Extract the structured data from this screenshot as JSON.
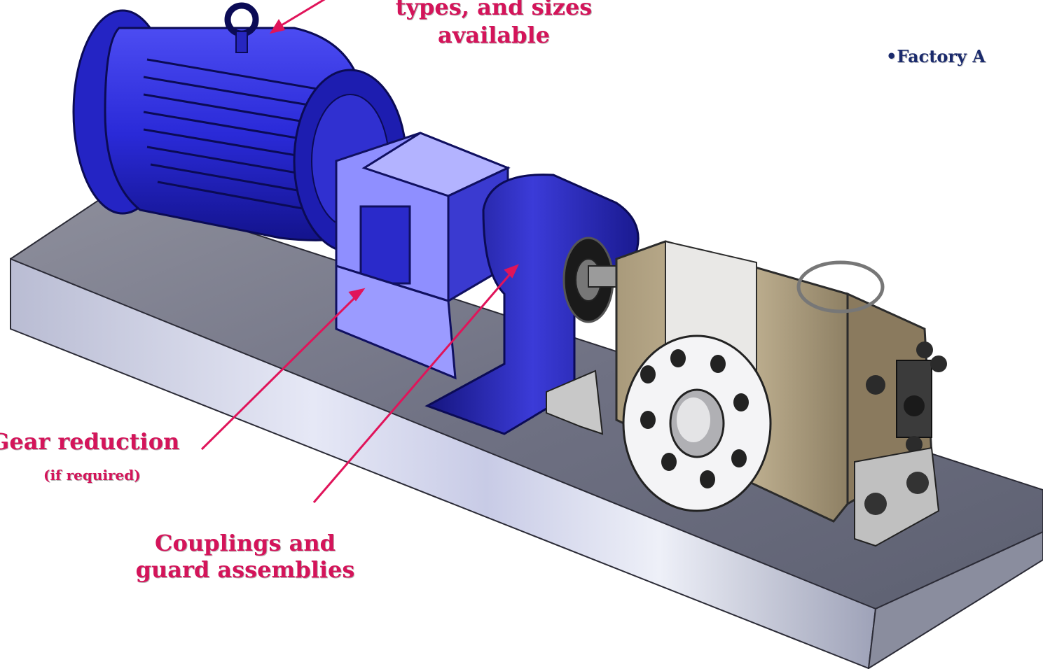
{
  "labels": {
    "motor_line1": "types, and sizes",
    "motor_line2": "available",
    "gear_title": "Gear reduction",
    "gear_note": "(if required)",
    "coupling_line1": "Couplings and",
    "coupling_line2": "guard assemblies",
    "factory": "•Factory A"
  },
  "colors": {
    "callout_text": "#d4145a",
    "callout_arrow": "#e0145a",
    "bullet_text": "#1a2a6c",
    "motor_blue": "#2a2ad8",
    "motor_dark": "#10107a",
    "housing_light": "#9b9bff",
    "base_steel": "#a9acbd",
    "pump_tan": "#b6a78a"
  },
  "components": [
    "motor-icon",
    "gearbox-icon",
    "coupling-guard-icon",
    "pump-icon",
    "flange-icon",
    "baseplate-icon"
  ]
}
